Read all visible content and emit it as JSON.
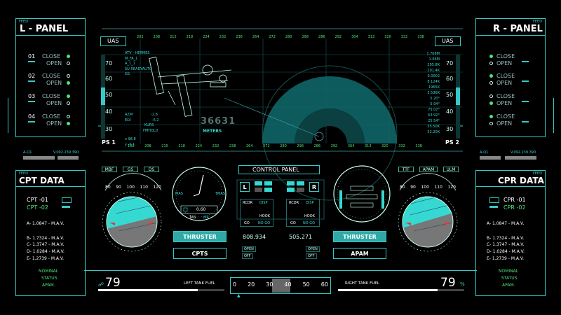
{
  "left_panel": {
    "feed": "FEED",
    "title": "L - PANEL",
    "items": [
      {
        "num": "01",
        "close": "CLOSE",
        "open": "OPEN"
      },
      {
        "num": "02",
        "close": "CLOSE",
        "open": "OPEN"
      },
      {
        "num": "03",
        "close": "CLOSE",
        "open": "OPEN"
      },
      {
        "num": "04",
        "close": "CLOSE",
        "open": "OPEN"
      }
    ],
    "aq_label": "A-Q1",
    "aq_value": "V.092.239.390"
  },
  "right_panel": {
    "feed": "FEED",
    "title": "R - PANEL",
    "items": [
      {
        "close": "CLOSE",
        "open": "OPEN"
      },
      {
        "close": "CLOSE",
        "open": "OPEN"
      },
      {
        "close": "CLOSE",
        "open": "OPEN"
      },
      {
        "close": "CLOSE",
        "open": "OPEN"
      }
    ],
    "aq_label": "A-Q1",
    "aq_value": "V.092.239.390"
  },
  "cpt_data": {
    "feed": "FEED",
    "title": "CPT DATA",
    "cpt1": "CPT -01",
    "cpt2": "CPT -02",
    "rows": [
      "A- 1.0847  -  M.A.V.",
      "B- 1.7324  -  M.A.V.",
      "C- 1.3747  -  M.A.V.",
      "D- 1.0284  -  M.A.V.",
      "E- 1.2739  -  M.A.V."
    ],
    "status": [
      "NOMINAL",
      "STATUS",
      "APAM."
    ]
  },
  "cpr_data": {
    "feed": "FEED",
    "title": "CPR DATA",
    "cpr1": "CPR -01",
    "cpr2": "CPR -02",
    "rows": [
      "A- 1.0847  -  M.A.V.",
      "B- 1.7324  -  M.A.V.",
      "C- 1.3747  -  M.A.V.",
      "D- 1.0284  -  M.A.V.",
      "E- 1.2739  -  M.A.V."
    ],
    "status": [
      "NOMINAL",
      "STATUS",
      "APAM."
    ]
  },
  "top_scale": [
    "202",
    "208",
    "215",
    "218",
    "224",
    "232",
    "238",
    "264",
    "272",
    "280",
    "298",
    "286",
    "292",
    "304",
    "313",
    "320",
    "332",
    "338"
  ],
  "bottom_scale": [
    "102",
    "208",
    "215",
    "218",
    "224",
    "232",
    "238",
    "264",
    "272",
    "280",
    "298",
    "286",
    "292",
    "304",
    "313",
    "320",
    "332",
    "338"
  ],
  "uas_left": "UAS",
  "uas_right": "UAS",
  "ps1": "PS 1",
  "ps2": "PS 2",
  "left_scale": [
    "70",
    "60",
    "50",
    "40",
    "30"
  ],
  "right_scale": [
    "70",
    "60",
    "50",
    "40",
    "30"
  ],
  "telemetry_left": [
    "ATV - HERMES",
    "M_FA_1",
    "A_1_1",
    "SU READYAUTO",
    "GS"
  ],
  "telemetry_mid": [
    "AZM",
    "ELV",
    "KURS",
    "FMHOLD"
  ],
  "telemetry_mid_vals": [
    "-2.6",
    "-6.2",
    "",
    ""
  ],
  "telemetry_xy": [
    "x 98.8",
    "y  -0.1"
  ],
  "telemetry_right": [
    "1.768M",
    "1.66M",
    "205.8K",
    "201.4K",
    "0.0002",
    "8.124K",
    "1965K",
    "3.536K",
    "5.20°",
    "5.94°",
    "75.07°",
    "63.92°",
    "25.54°",
    "55.50K",
    "52.20K"
  ],
  "distance_value": "36631",
  "distance_unit": "METERS",
  "control_panel": {
    "title": "CONTROL PANEL",
    "chips_left": [
      "MBF",
      "GS",
      "DS"
    ],
    "chips_right": [
      "TTF",
      "APAM",
      "ULM"
    ],
    "left_key": "L",
    "right_key": "R",
    "rcdr": "RCDR",
    "disp": "DISP",
    "hook": "HOOK",
    "go": "GO",
    "nogo": "NO GO",
    "val_left": "808.934",
    "val_right": "505.271",
    "open": "OPEN",
    "off": "OFF",
    "thruster_left": "THRUSTER",
    "thruster_right": "THRUSTER",
    "cpts": "CPTS",
    "apam": "APAM"
  },
  "dial_center": {
    "mas": "MAS",
    "tmas": "TMAS",
    "value": "0.60",
    "tas": "TAS",
    "mr": "MR"
  },
  "attitude_scale": [
    "80",
    "90",
    "100",
    "110",
    "120"
  ],
  "fuel": {
    "left_value": "79",
    "left_label": "LEFT TANK FUEL",
    "right_value": "79",
    "right_unit": "%",
    "right_label": "RIGHT TANK FUEL",
    "scale": [
      "0",
      "20",
      "30",
      "40",
      "50",
      "60"
    ],
    "level_left": 0.79,
    "level_right": 0.79
  },
  "colors": {
    "accent": "#36c9c6",
    "green": "#4fe27a",
    "fill": "#2fa8a6"
  }
}
